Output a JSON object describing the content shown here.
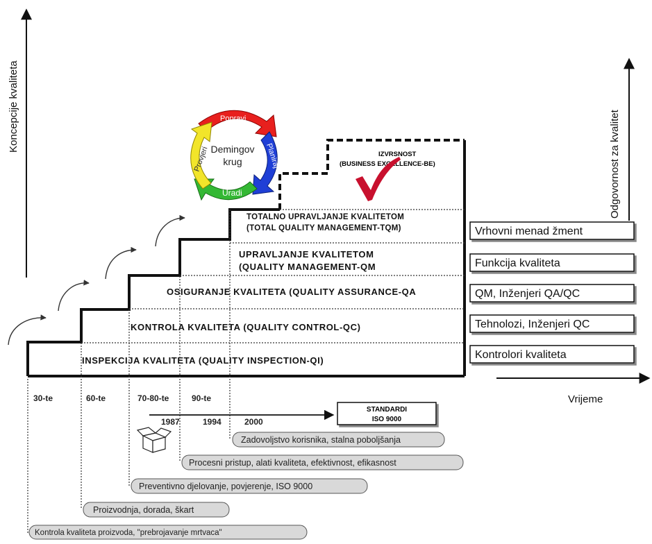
{
  "axes": {
    "y_left": "Koncepcije kvaliteta",
    "y_right": "Odgovornost za kvalitet",
    "x": "Vrijeme"
  },
  "levels": [
    {
      "label": "INSPEKCIJA KVALITETA (QUALITY INSPECTION-QI)"
    },
    {
      "label": "KONTROLA KVALITETA (QUALITY CONTROL-QC)"
    },
    {
      "label": "OSIGURANJE KVALITETA (QUALITY ASSURANCE-QA"
    },
    {
      "line1": "UPRAVLJANJE KVALITETOM",
      "line2": "(QUALITY MANAGEMENT-QM"
    },
    {
      "line1": "TOTALNO UPRAVLJANJE KVALITETOM",
      "line2": "(TOTAL QUALITY MANAGEMENT-TQM)"
    }
  ],
  "excellence": {
    "line1": "IZVRSNOST",
    "line2": "(BUSINESS EXCELLENCE-BE)"
  },
  "responsibility": [
    "Vrhovni menad žment",
    "Funkcija kvaliteta",
    "QM, Inženjeri QA/QC",
    "Tehnolozi, Inženjeri QC",
    "Kontrolori kvaliteta"
  ],
  "deming": {
    "center_line1": "Demingov",
    "center_line2": "krug",
    "popravi": "Popravi",
    "planiraj": "Planiraj",
    "uradi": "Uradi",
    "provjeri": "Provjeri",
    "colors": {
      "popravi": "#e8201e",
      "planiraj": "#1f3fd6",
      "uradi": "#34b834",
      "provjeri": "#f2e52a"
    }
  },
  "eras": [
    "30-te",
    "60-te",
    "70-80-te",
    "90-te"
  ],
  "years": [
    "1987",
    "1994",
    "2000"
  ],
  "standard": {
    "line1": "STANDARDI",
    "line2": "ISO 9000"
  },
  "notes": [
    "Zadovoljstvo korisnika, stalna poboljšanja",
    "Procesni pristup, alati kvaliteta,  efektivnost, efikasnost",
    "Preventivno djelovanje, povjerenje, ISO 9000",
    "Proizvodnja, dorada, škart",
    "Kontrola kvaliteta proizvoda, \"prebrojavanje mrtvaca\""
  ],
  "checkmark_color": "#c8102e"
}
